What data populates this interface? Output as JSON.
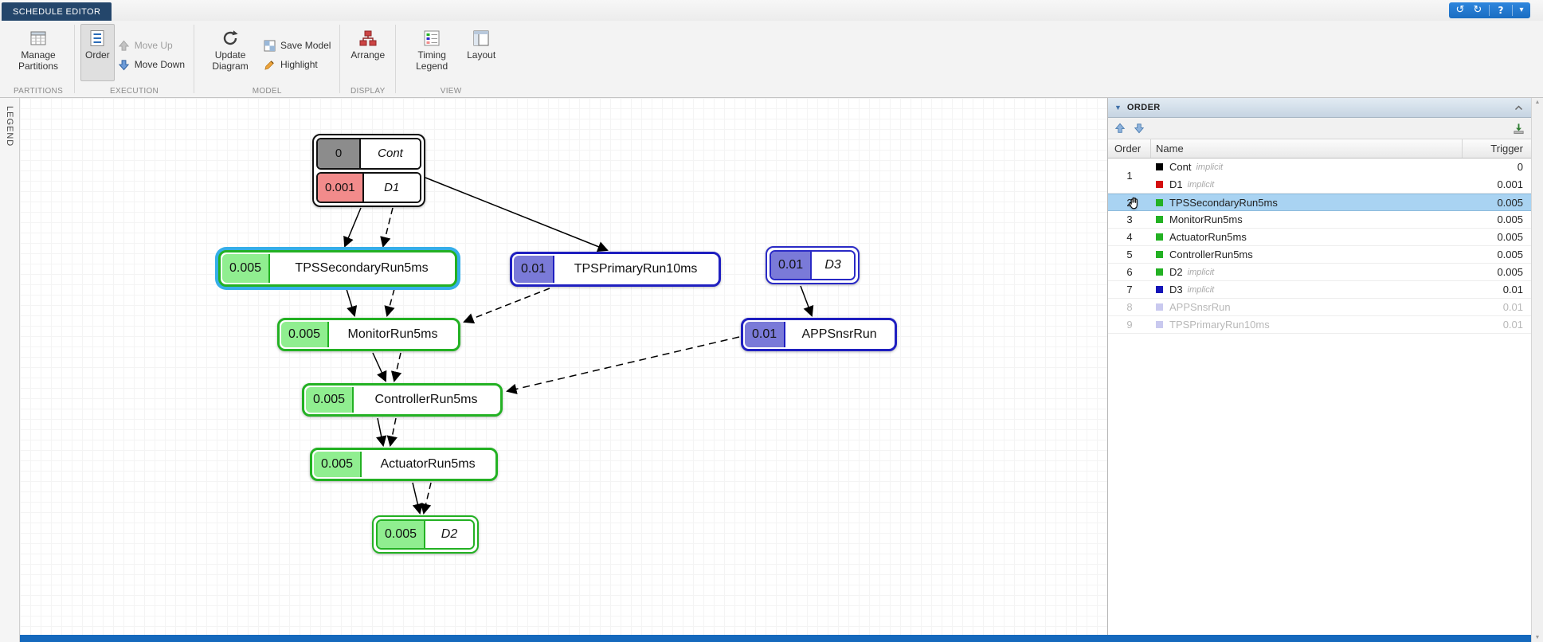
{
  "app": {
    "tab_label": "SCHEDULE EDITOR"
  },
  "icons": {
    "undo": "↺",
    "redo": "↻",
    "help": "?",
    "menu_caret": "▾",
    "panel_triangle": "▼",
    "scroll_up": "▲",
    "scroll_down": "▼"
  },
  "legend_label": "LEGEND",
  "toolbar": {
    "groups": [
      {
        "label": "PARTITIONS"
      },
      {
        "label": "EXECUTION"
      },
      {
        "label": "MODEL"
      },
      {
        "label": "DISPLAY"
      },
      {
        "label": "VIEW"
      }
    ],
    "buttons": {
      "manage_partitions": "Manage Partitions",
      "order": "Order",
      "move_up": "Move Up",
      "move_down": "Move Down",
      "update_diagram": "Update Diagram",
      "save_model": "Save Model",
      "highlight": "Highlight",
      "arrange": "Arrange",
      "timing_legend": "Timing Legend",
      "layout": "Layout"
    }
  },
  "diagram": {
    "nodes": {
      "cont": {
        "value": "0",
        "label": "Cont"
      },
      "d1": {
        "value": "0.001",
        "label": "D1"
      },
      "tps_secondary": {
        "value": "0.005",
        "label": "TPSSecondaryRun5ms"
      },
      "tps_primary": {
        "value": "0.01",
        "label": "TPSPrimaryRun10ms"
      },
      "d3": {
        "value": "0.01",
        "label": "D3"
      },
      "monitor": {
        "value": "0.005",
        "label": "MonitorRun5ms"
      },
      "appsnsr": {
        "value": "0.01",
        "label": "APPSnsrRun"
      },
      "controller": {
        "value": "0.005",
        "label": "ControllerRun5ms"
      },
      "actuator": {
        "value": "0.005",
        "label": "ActuatorRun5ms"
      },
      "d2": {
        "value": "0.005",
        "label": "D2"
      }
    },
    "edges": [
      {
        "from": "Cont",
        "to": "TPSSecondaryRun5ms",
        "style": "solid"
      },
      {
        "from": "Cont",
        "to": "TPSPrimaryRun10ms",
        "style": "solid"
      },
      {
        "from": "Cont",
        "to": "TPSSecondaryRun5ms",
        "style": "dashed"
      },
      {
        "from": "TPSSecondaryRun5ms",
        "to": "MonitorRun5ms",
        "style": "solid"
      },
      {
        "from": "TPSSecondaryRun5ms",
        "to": "MonitorRun5ms",
        "style": "dashed"
      },
      {
        "from": "TPSPrimaryRun10ms",
        "to": "MonitorRun5ms",
        "style": "dashed"
      },
      {
        "from": "MonitorRun5ms",
        "to": "ControllerRun5ms",
        "style": "solid"
      },
      {
        "from": "MonitorRun5ms",
        "to": "ControllerRun5ms",
        "style": "dashed"
      },
      {
        "from": "APPSnsrRun",
        "to": "ControllerRun5ms",
        "style": "dashed"
      },
      {
        "from": "D3",
        "to": "APPSnsrRun",
        "style": "solid"
      },
      {
        "from": "ControllerRun5ms",
        "to": "ActuatorRun5ms",
        "style": "solid"
      },
      {
        "from": "ControllerRun5ms",
        "to": "ActuatorRun5ms",
        "style": "dashed"
      },
      {
        "from": "ActuatorRun5ms",
        "to": "D2",
        "style": "solid"
      },
      {
        "from": "ActuatorRun5ms",
        "to": "D2",
        "style": "dashed"
      }
    ]
  },
  "order_panel": {
    "title": "ORDER",
    "columns": {
      "order": "Order",
      "name": "Name",
      "trigger": "Trigger"
    },
    "implicit_label": "implicit",
    "rows": [
      {
        "order": "1",
        "entries": [
          {
            "icon": "#000000",
            "name": "Cont",
            "implicit": true,
            "trigger": "0"
          },
          {
            "icon": "#d40f0f",
            "name": "D1",
            "implicit": true,
            "trigger": "0.001"
          }
        ]
      },
      {
        "order": "2",
        "icon": "#23b123",
        "name": "TPSSecondaryRun5ms",
        "trigger": "0.005",
        "selected": true
      },
      {
        "order": "3",
        "icon": "#23b123",
        "name": "MonitorRun5ms",
        "trigger": "0.005"
      },
      {
        "order": "4",
        "icon": "#23b123",
        "name": "ActuatorRun5ms",
        "trigger": "0.005"
      },
      {
        "order": "5",
        "icon": "#23b123",
        "name": "ControllerRun5ms",
        "trigger": "0.005"
      },
      {
        "order": "6",
        "icon": "#23b123",
        "name": "D2",
        "implicit": true,
        "trigger": "0.005"
      },
      {
        "order": "7",
        "icon": "#1414b8",
        "name": "D3",
        "implicit": true,
        "trigger": "0.01"
      },
      {
        "order": "8",
        "icon": "#c9c9ef",
        "name": "APPSnsrRun",
        "trigger": "0.01",
        "disabled": true
      },
      {
        "order": "9",
        "icon": "#c9c9ef",
        "name": "TPSPrimaryRun10ms",
        "trigger": "0.01",
        "disabled": true
      }
    ]
  },
  "colors": {
    "green_border": "#23b123",
    "green_fill": "#90ee90",
    "blue_border": "#1f1fc0",
    "blue_fill": "#7a7ad8",
    "selected_outline": "#35aee8",
    "implicit_red_fill": "#f28b8b",
    "implicit_gray_fill": "#8c8c8c",
    "selected_row_bg": "#a9d3f2",
    "accent_blue": "#1d78d0",
    "bottom_bar": "#1569bd"
  }
}
